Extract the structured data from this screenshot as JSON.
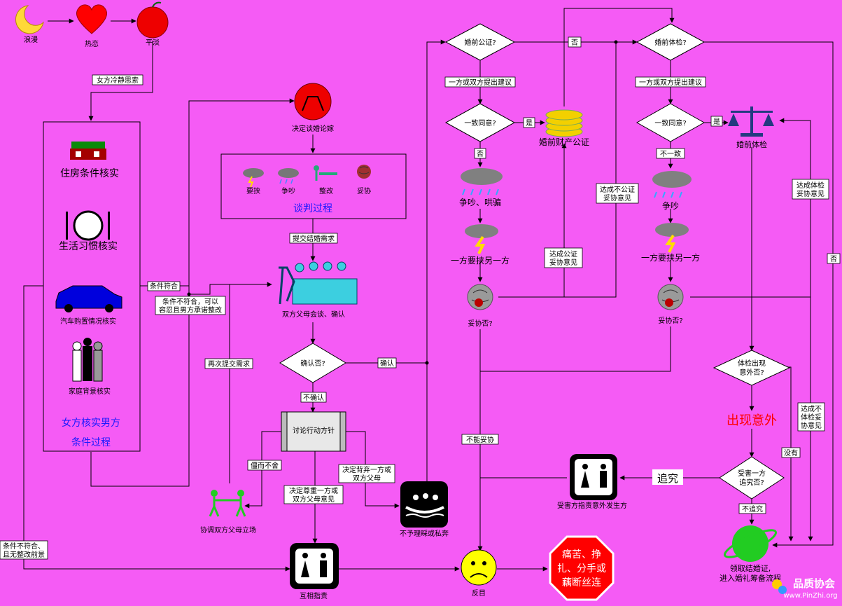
{
  "colors": {
    "background": "#f55bf5",
    "accent_blue": "#1a1aff",
    "accent_red": "#ff0000",
    "stop_sign": "#ff0000"
  },
  "stages": {
    "s1": "浪漫",
    "s2": "热恋",
    "s3": "平淡"
  },
  "left": {
    "calm_label": "女方冷静思索",
    "housing": "住房条件核实",
    "habits": "生活习惯核实",
    "car": "汽车购置情况核实",
    "family": "家庭背景核实",
    "box_title_1": "女方核实男方",
    "box_title_2": "条件过程",
    "cond_ok": "条件符合",
    "cond_bad_1": "条件不符合，可以",
    "cond_bad_2": "容忍且男方承诺整改",
    "cond_fail_1": "条件不符合、",
    "cond_fail_2": "且无整改前景"
  },
  "mid": {
    "decide": "决定谈婚论嫁",
    "neg_items": [
      "要挟",
      "争吵",
      "整改",
      "妥协"
    ],
    "neg_title": "谈判过程",
    "submit": "提交结婚需求",
    "meeting": "双方父母会谈、确认",
    "resubmit": "再次提交需求",
    "confirm_q": "确认否?",
    "confirm": "确认",
    "not_confirm": "不确认",
    "discuss": "讨论行动方针",
    "deadlock": "僵而不舍",
    "respect_1": "决定尊重一方或",
    "respect_2": "双方父母意见",
    "abandon_1": "决定背弃一方或",
    "abandon_2": "双方父母",
    "coordinate": "协调双方父母立场",
    "blame": "互相指责",
    "ignore": "不予理睬或私奔",
    "fallout": "反目",
    "stop_1": "痛苦、挣",
    "stop_2": "扎、分手或",
    "stop_3": "藕断丝连"
  },
  "notary": {
    "q": "婚前公证?",
    "no": "否",
    "suggest": "一方或双方提出建议",
    "agree_q": "一致同意?",
    "yes": "是",
    "no2": "否",
    "asset": "婚前财产公证",
    "quarrel": "争吵、哄骗",
    "threat": "一方要挟另一方",
    "compromise_q": "妥协否?",
    "reach_1": "达成公证",
    "reach_2": "妥协意见",
    "no_reach_1": "达成不公证",
    "no_reach_2": "妥协意见",
    "no_compromise": "不能妥协"
  },
  "exam": {
    "q": "婚前体检?",
    "suggest": "一方或双方提出建议",
    "agree_q": "一致同意?",
    "yes": "是",
    "disagree": "不一致",
    "exam": "婚前体检",
    "quarrel": "争吵",
    "threat": "一方要挟另一方",
    "compromise_q": "妥协否?",
    "reach_1": "达成体检",
    "reach_2": "妥协意见",
    "accident_q_1": "体检出现",
    "accident_q_2": "意外否?",
    "accident": "出现意外",
    "no_accident": "没有",
    "victim_q_1": "受害一方",
    "victim_q_2": "追究否?",
    "pursue": "追究",
    "not_pursue": "不追究",
    "blame_party": "受害方指责意外发生方",
    "no_exam_1": "达成不",
    "no_exam_2": "体检妥",
    "no_exam_3": "协意见",
    "no_side": "否",
    "final_1": "领取结婚证,",
    "final_2": "进入婚礼筹备流程"
  },
  "watermark": {
    "name": "品质协会",
    "url": "www.PinZhi.org"
  }
}
